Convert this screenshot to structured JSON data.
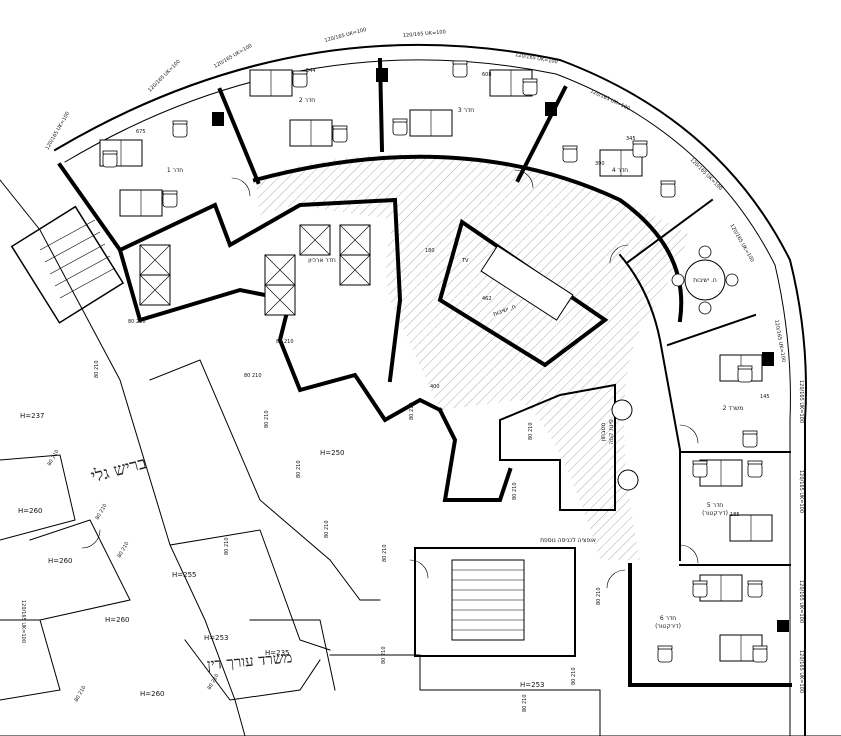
{
  "plan": {
    "rooms": {
      "room1": "חדר 1",
      "room2": "חדר 2",
      "room3": "חדר 3",
      "room4": "חדר 4",
      "room5a": "חדר 5",
      "room5b": "(דירקטור)",
      "room6a": "חדר 6",
      "room6b": "(דירקטור)",
      "meeting_small": "ח. ישיבות",
      "meeting_big": "ח. ישיבות",
      "archive": "חדר ארכיון",
      "office2": "משרד 2",
      "kitchen_a": "מטבחון",
      "kitchen_b": "פינת קפה",
      "extra_entry": "אופציה לכניסה נוספת"
    },
    "neighbors": {
      "left_office": "בריש גלי",
      "bottom_office": "משרד עורך דין"
    },
    "heights": [
      "H=237",
      "H=250",
      "H=260",
      "H=260",
      "H=255",
      "H=260",
      "H=253",
      "H=235",
      "H=260",
      "H=253"
    ],
    "window_tag": "120/165\nUK=100",
    "door_tag": "80\n210",
    "dims": {
      "d1": "675",
      "d2": "544",
      "d3": "608",
      "d4": "345",
      "d5": "390",
      "d6": "180",
      "d7": "462",
      "d8": "185",
      "d9": "400",
      "d10": "145",
      "d11": "TV"
    }
  }
}
